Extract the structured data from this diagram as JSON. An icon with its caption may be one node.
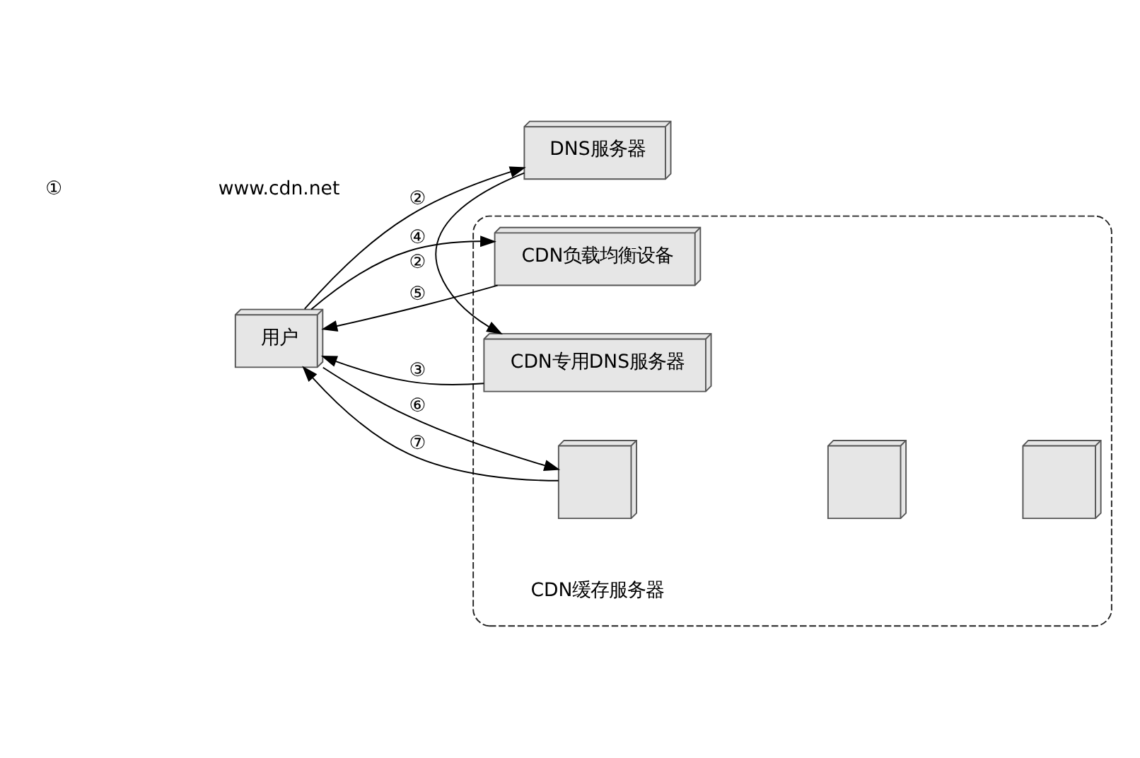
{
  "diagram": {
    "nodes": [
      {
        "text": [
          "用户"
        ]
      },
      {
        "text": [
          "DNS服务器"
        ]
      },
      {
        "text": [],
        "shape": "box"
      },
      {
        "text": [
          "CDN专用DNS服务器"
        ],
        "in": 2
      },
      {
        "text": [
          "CDN负载均衡设备"
        ],
        "in": 2
      },
      {
        "text": [],
        "shape": "cube",
        "in": 2
      },
      {
        "text": [],
        "shape": "cube",
        "in": 2
      },
      {
        "text": [],
        "shape": "cube",
        "in": 2
      }
    ],
    "edges": [
      {
        "from": 0,
        "to": 1,
        "arrow": "to",
        "label": "②"
      },
      {
        "from": 1,
        "to": 3,
        "arrow": "to",
        "label": "②"
      },
      {
        "from": 3,
        "to": 0,
        "arrow": "to",
        "label": "③"
      },
      {
        "from": 0,
        "to": 4,
        "arrow": "to",
        "label": "④"
      },
      {
        "from": 4,
        "to": 0,
        "arrow": "to",
        "label": "⑤"
      },
      {
        "from": 0,
        "to": 5,
        "arrow": "to",
        "label": "⑥"
      },
      {
        "from": 5,
        "to": 0,
        "arrow": "to",
        "label": "⑦"
      }
    ],
    "labels": [
      "①",
      "www.cdn.net",
      "CDN缓存服务器"
    ]
  }
}
